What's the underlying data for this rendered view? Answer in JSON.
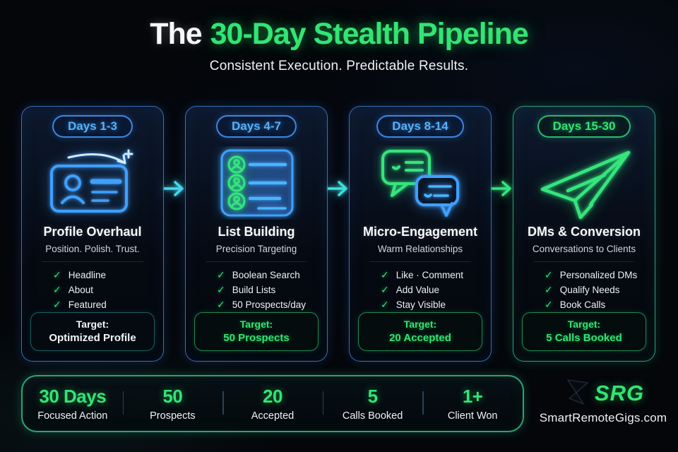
{
  "header": {
    "title_prefix": "The",
    "title_main": "30-Day Stealth Pipeline",
    "subtitle": "Consistent Execution. Predictable Results."
  },
  "cards": [
    {
      "badge": "Days 1-3",
      "icon": "profile-card-icon",
      "title": "Profile Overhaul",
      "subtitle": "Position. Polish. Trust.",
      "items": [
        "Headline",
        "About",
        "Featured"
      ],
      "target_label": "Target:",
      "target_value": "Optimized Profile"
    },
    {
      "badge": "Days 4-7",
      "icon": "prospect-list-icon",
      "title": "List Building",
      "subtitle": "Precision Targeting",
      "items": [
        "Boolean Search",
        "Build Lists",
        "50 Prospects/day"
      ],
      "target_label": "Target:",
      "target_value": "50 Prospects"
    },
    {
      "badge": "Days 8-14",
      "icon": "chat-bubbles-icon",
      "title": "Micro-Engagement",
      "subtitle": "Warm Relationships",
      "items": [
        "Like · Comment",
        "Add Value",
        "Stay Visible"
      ],
      "target_label": "Target:",
      "target_value": "20 Accepted"
    },
    {
      "badge": "Days 15-30",
      "icon": "paper-plane-icon",
      "title": "DMs & Conversion",
      "subtitle": "Conversations to Clients",
      "items": [
        "Personalized DMs",
        "Qualify Needs",
        "Book Calls"
      ],
      "target_label": "Target:",
      "target_value": "5 Calls Booked"
    }
  ],
  "check_symbol": "✓",
  "stats": [
    {
      "value": "30 Days",
      "label": "Focused Action"
    },
    {
      "value": "50",
      "label": "Prospects"
    },
    {
      "value": "20",
      "label": "Accepted"
    },
    {
      "value": "5",
      "label": "Calls Booked"
    },
    {
      "value": "1+",
      "label": "Client Won"
    }
  ],
  "footer": {
    "brand": "SRG",
    "website": "SmartRemoteGigs.com"
  },
  "colors": {
    "accent_green": "#32e573",
    "accent_blue": "#4aa9ff",
    "accent_cyan": "#45d8ef",
    "check_green": "#2fe37c"
  }
}
